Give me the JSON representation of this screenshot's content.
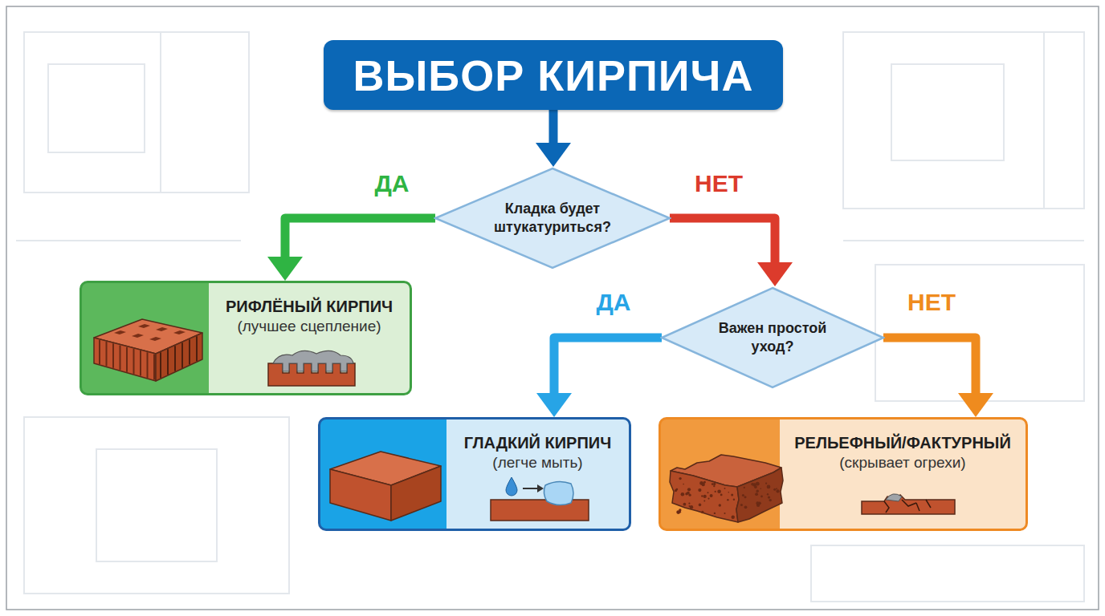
{
  "diagram": {
    "nodes": [
      {
        "text": [
          "ВЫБОР КИРПИЧА"
        ]
      },
      {
        "text": [
          "Кладка будет штукатуриться?"
        ]
      },
      {
        "text": [
          "Важен простой уход?"
        ]
      },
      {
        "text": [
          "РИФЛЁНЫЙ КИРПИЧ",
          "(лучшее сцепление)"
        ]
      },
      {
        "text": [
          "ГЛАДКИЙ КИРПИЧ",
          "(легче мыть)"
        ]
      },
      {
        "text": [
          "РЕЛЬЕФНЫЙ/ФАКТУРНЫЙ",
          "(скрывает огрехи)"
        ]
      }
    ],
    "edges": [
      {
        "from": 0,
        "to": 1,
        "arrow": "to"
      },
      {
        "from": 1,
        "to": 3,
        "label": "ДА",
        "arrow": "to"
      },
      {
        "from": 1,
        "to": 2,
        "label": "НЕТ",
        "arrow": "to"
      },
      {
        "from": 2,
        "to": 4,
        "label": "ДА",
        "arrow": "to"
      },
      {
        "from": 2,
        "to": 5,
        "label": "НЕТ",
        "arrow": "to"
      }
    ]
  }
}
